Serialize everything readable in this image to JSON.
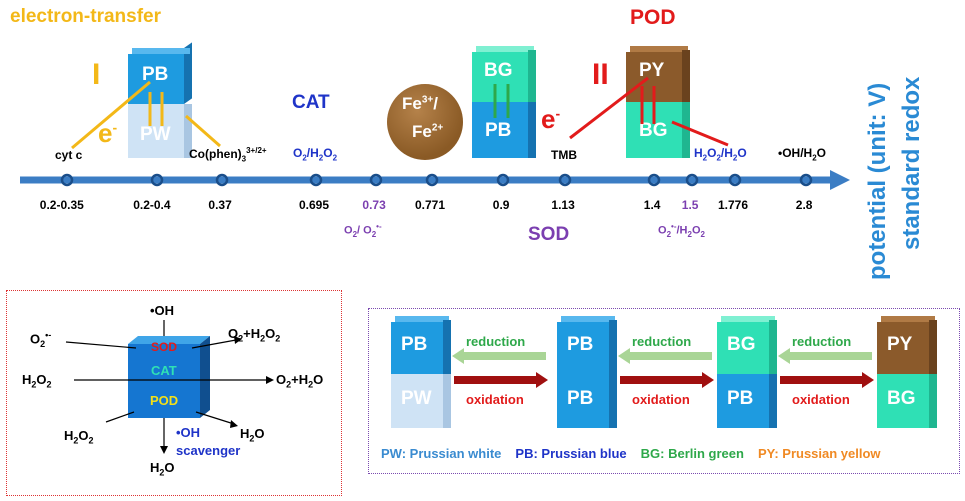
{
  "colors": {
    "axis": "#3b7dc4",
    "axis_dot": "#1a4e8a",
    "pb": "#1e9be0",
    "pw": "#cfe3f5",
    "bg": "#2fe0b5",
    "py": "#8b5a2b",
    "orange": "#f3b818",
    "red": "#e21b1b",
    "navy": "#1f34c8",
    "purple": "#7b3fb0",
    "green_arrow": "#a9d596",
    "darkred_arrow": "#a01010"
  },
  "top": {
    "electron_transfer": "electron-transfer",
    "pod": "POD",
    "roman_1": "I",
    "roman_2": "II",
    "e1": "e",
    "e2": "e",
    "minus": "-",
    "cat": "CAT",
    "sod": "SOD",
    "axis_title_line1": "standard redox",
    "axis_title_line2": "potential (unit: V)",
    "block_pb": "PB",
    "block_pw": "PW",
    "block_bg": "BG",
    "block_py": "PY",
    "fe_top": "Fe",
    "fe_top_sup": "3+",
    "fe_slash": "/",
    "fe_bottom": "Fe",
    "fe_bottom_sup": "2+"
  },
  "axis_labels_above": [
    {
      "text": "cyt c"
    },
    {
      "text": "Co(phen)",
      "sup": "3+/2+",
      "suffix": "3"
    },
    {
      "text": "O",
      "sub": "2",
      "text2": "/H",
      "sub2": "2",
      "text3": "O",
      "sub3": "2"
    },
    {
      "text": "TMB"
    },
    {
      "text": "H",
      "sub": "2",
      "text2": "O",
      "sub2": "2",
      "text3": "/H",
      "sub3": "2",
      "text4": "O"
    },
    {
      "text": "•OH/H",
      "sub": "2",
      "text2": "O"
    }
  ],
  "axis_values": [
    "0.2-0.35",
    "0.2-0.4",
    "0.37",
    "0.695",
    "0.73",
    "0.771",
    "0.9",
    "1.13",
    "1.4",
    "1.5",
    "1.776",
    "2.8"
  ],
  "axis_labels_below": {
    "sod_a": "O",
    "sod_b": "/ O",
    "sod_c": "•-",
    "sod2_a": "O",
    "sod2_b": "•-",
    "sod2_c": "/H",
    "sod2_d": "O"
  },
  "cube_panel": {
    "oh_top": "•OH",
    "o2_radical": "O",
    "o2_radical_sup": "•-",
    "o2h2o2_a": "O",
    "o2h2o2_b": "+H",
    "o2h2o2_c": "O",
    "h2o2_left_a": "H",
    "h2o2_left_b": "O",
    "o2h2o_a": "O",
    "o2h2o_b": "+H",
    "o2h2o_c": "O",
    "h2o2_bottom_a": "H",
    "h2o2_bottom_b": "O",
    "h2o_right_a": "H",
    "h2o_right_b": "O",
    "h2o_bottom_a": "H",
    "h2o_bottom_b": "O",
    "oh_scav": "•OH",
    "scavenger": "scavenger",
    "sod": "SOD",
    "cat": "CAT",
    "pod": "POD",
    "two": "2"
  },
  "cycle": {
    "reduction": "reduction",
    "oxidation": "oxidation",
    "blocks": [
      {
        "top": "PB",
        "bottom": "PW"
      },
      {
        "top": "PB",
        "bottom": "PB"
      },
      {
        "top": "BG",
        "bottom": "PB"
      },
      {
        "top": "PY",
        "bottom": "BG"
      }
    ],
    "legend": [
      {
        "text": "PW: Prussian white",
        "color": "#3a8bd0"
      },
      {
        "text": "PB: Prussian blue",
        "color": "#1f34c8"
      },
      {
        "text": "BG: Berlin green",
        "color": "#2ea84a"
      },
      {
        "text": "PY: Prussian yellow",
        "color": "#f08a24"
      }
    ]
  }
}
